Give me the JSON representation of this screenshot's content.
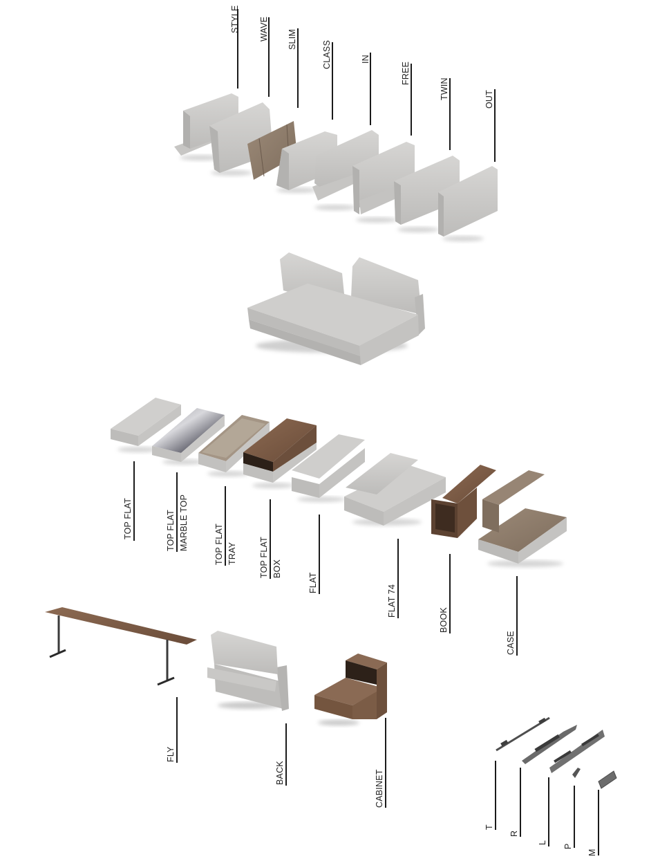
{
  "backrests": {
    "labels": [
      "STYLE",
      "WAVE",
      "SLIM",
      "CLASS",
      "IN",
      "FREE",
      "TWIN",
      "OUT"
    ]
  },
  "seat_bases": {
    "labels": [
      {
        "line1": "TOP FLAT",
        "line2": ""
      },
      {
        "line1": "TOP FLAT",
        "line2": "MARBLE TOP"
      },
      {
        "line1": "TOP FLAT",
        "line2": "TRAY"
      },
      {
        "line1": "TOP FLAT",
        "line2": "BOX"
      },
      {
        "line1": "FLAT",
        "line2": ""
      },
      {
        "line1": "FLAT 74",
        "line2": ""
      },
      {
        "line1": "BOOK",
        "line2": ""
      },
      {
        "line1": "CASE",
        "line2": ""
      }
    ]
  },
  "accessories": {
    "labels": [
      "FLY",
      "BACK",
      "CABINET"
    ]
  },
  "brackets": {
    "labels": [
      "T",
      "R",
      "L",
      "P",
      "M"
    ]
  },
  "colors": {
    "fabric": "#c9c8c6",
    "fabric_dark": "#a9a8a6",
    "leather": "#8f7d6c",
    "wood": "#7a5a45",
    "metal": "#5b5b5b",
    "line": "#1a1a1a"
  }
}
